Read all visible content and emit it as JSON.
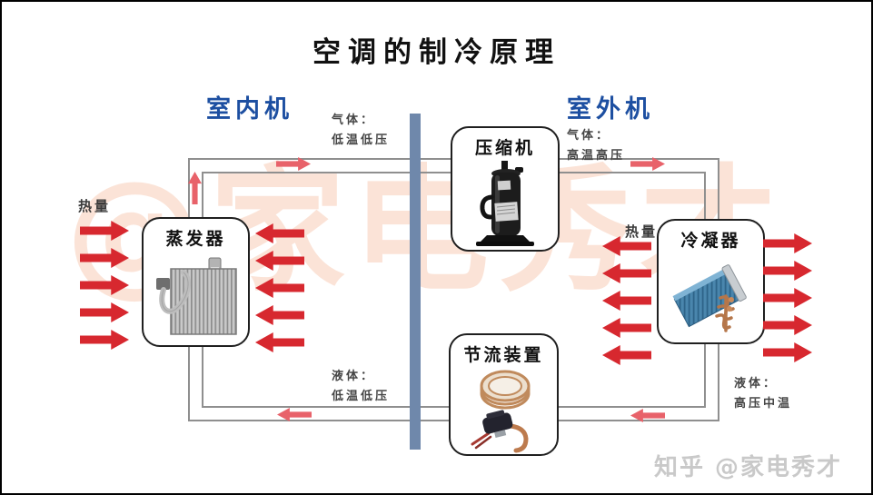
{
  "title": "空调的制冷原理",
  "sections": {
    "indoor_label": "室内机",
    "outdoor_label": "室外机"
  },
  "components": {
    "compressor": {
      "label": "压缩机"
    },
    "evaporator": {
      "label": "蒸发器"
    },
    "condenser": {
      "label": "冷凝器"
    },
    "throttle": {
      "label": "节流装置"
    }
  },
  "state_labels": {
    "top_left": {
      "line1": "气体：",
      "line2": "低温低压"
    },
    "top_right": {
      "line1": "气体：",
      "line2": "高温高压"
    },
    "bottom_left": {
      "line1": "液体：",
      "line2": "低温低压"
    },
    "bottom_right": {
      "line1": "液体：",
      "line2": "高压中温"
    }
  },
  "heat_labels": {
    "left": "热量",
    "right": "热量"
  },
  "watermarks": {
    "center": "@家电秀才",
    "corner": "知乎 @家电秀才"
  },
  "colors": {
    "section_label_blue": "#1d4fa1",
    "heat_arrow_red": "#d7282f",
    "flow_arrow_red": "#e8626a",
    "divider_blue": "#6f88ab",
    "pipe_gray": "#8f8f8f"
  },
  "heat_arrow_groups": [
    {
      "name": "evaporator-left",
      "direction": "right",
      "count": 5
    },
    {
      "name": "evaporator-right",
      "direction": "left",
      "count": 5
    },
    {
      "name": "condenser-left",
      "direction": "left",
      "count": 5
    },
    {
      "name": "condenser-right",
      "direction": "right",
      "count": 5
    }
  ],
  "flow_arrows": [
    {
      "name": "pipe-up-left",
      "direction": "up"
    },
    {
      "name": "pipe-top-left",
      "direction": "right"
    },
    {
      "name": "pipe-top-right",
      "direction": "right"
    },
    {
      "name": "pipe-bottom-left",
      "direction": "left"
    },
    {
      "name": "pipe-bottom-right",
      "direction": "left"
    }
  ]
}
